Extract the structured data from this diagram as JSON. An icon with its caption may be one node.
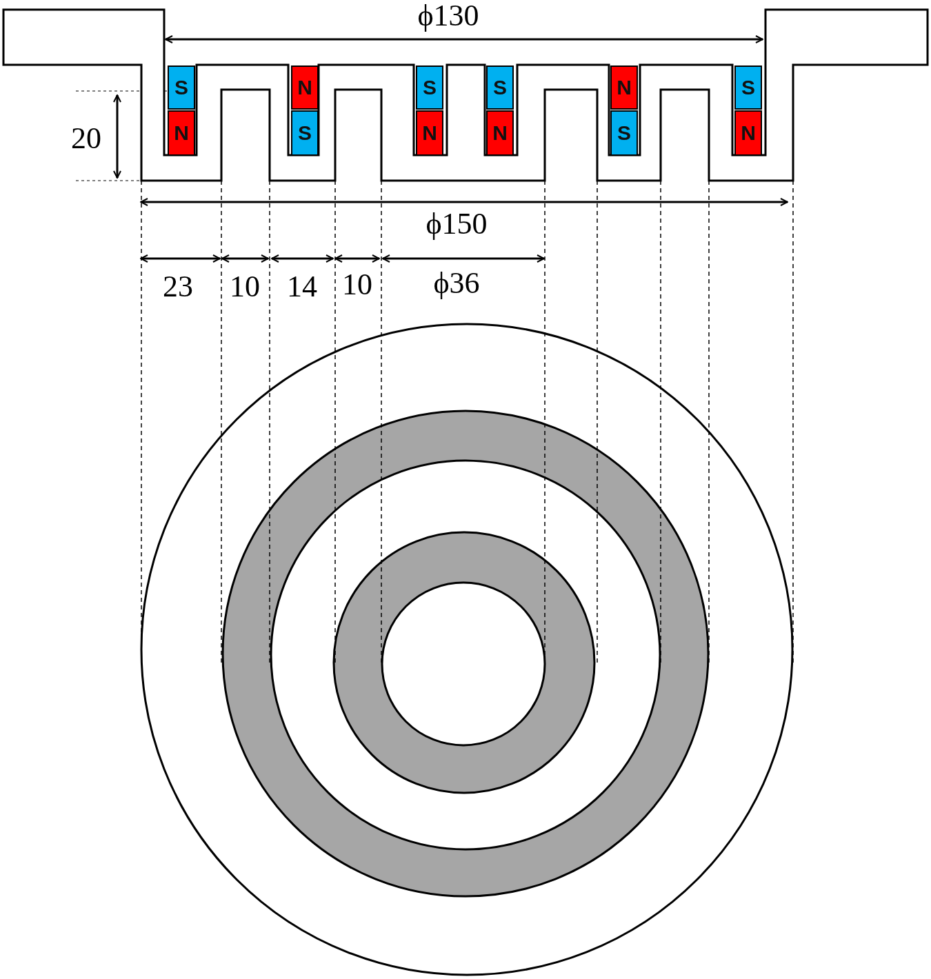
{
  "diagram": {
    "nodes": [
      {
        "text": [
          "S"
        ]
      },
      {
        "text": [
          "N"
        ]
      },
      {
        "text": [
          "S"
        ]
      },
      {
        "text": [
          "S"
        ]
      },
      {
        "text": [
          "N"
        ]
      },
      {
        "text": [
          "S"
        ]
      },
      {
        "text": [
          "N"
        ]
      },
      {
        "text": [
          "S"
        ]
      },
      {
        "text": [
          "N"
        ]
      },
      {
        "text": [
          "N"
        ]
      },
      {
        "text": [
          "S"
        ]
      },
      {
        "text": [
          "N"
        ]
      }
    ],
    "labels": [
      "ϕ130",
      "20",
      "ϕ150",
      "23",
      "10",
      "14",
      "10",
      "ϕ36"
    ]
  }
}
